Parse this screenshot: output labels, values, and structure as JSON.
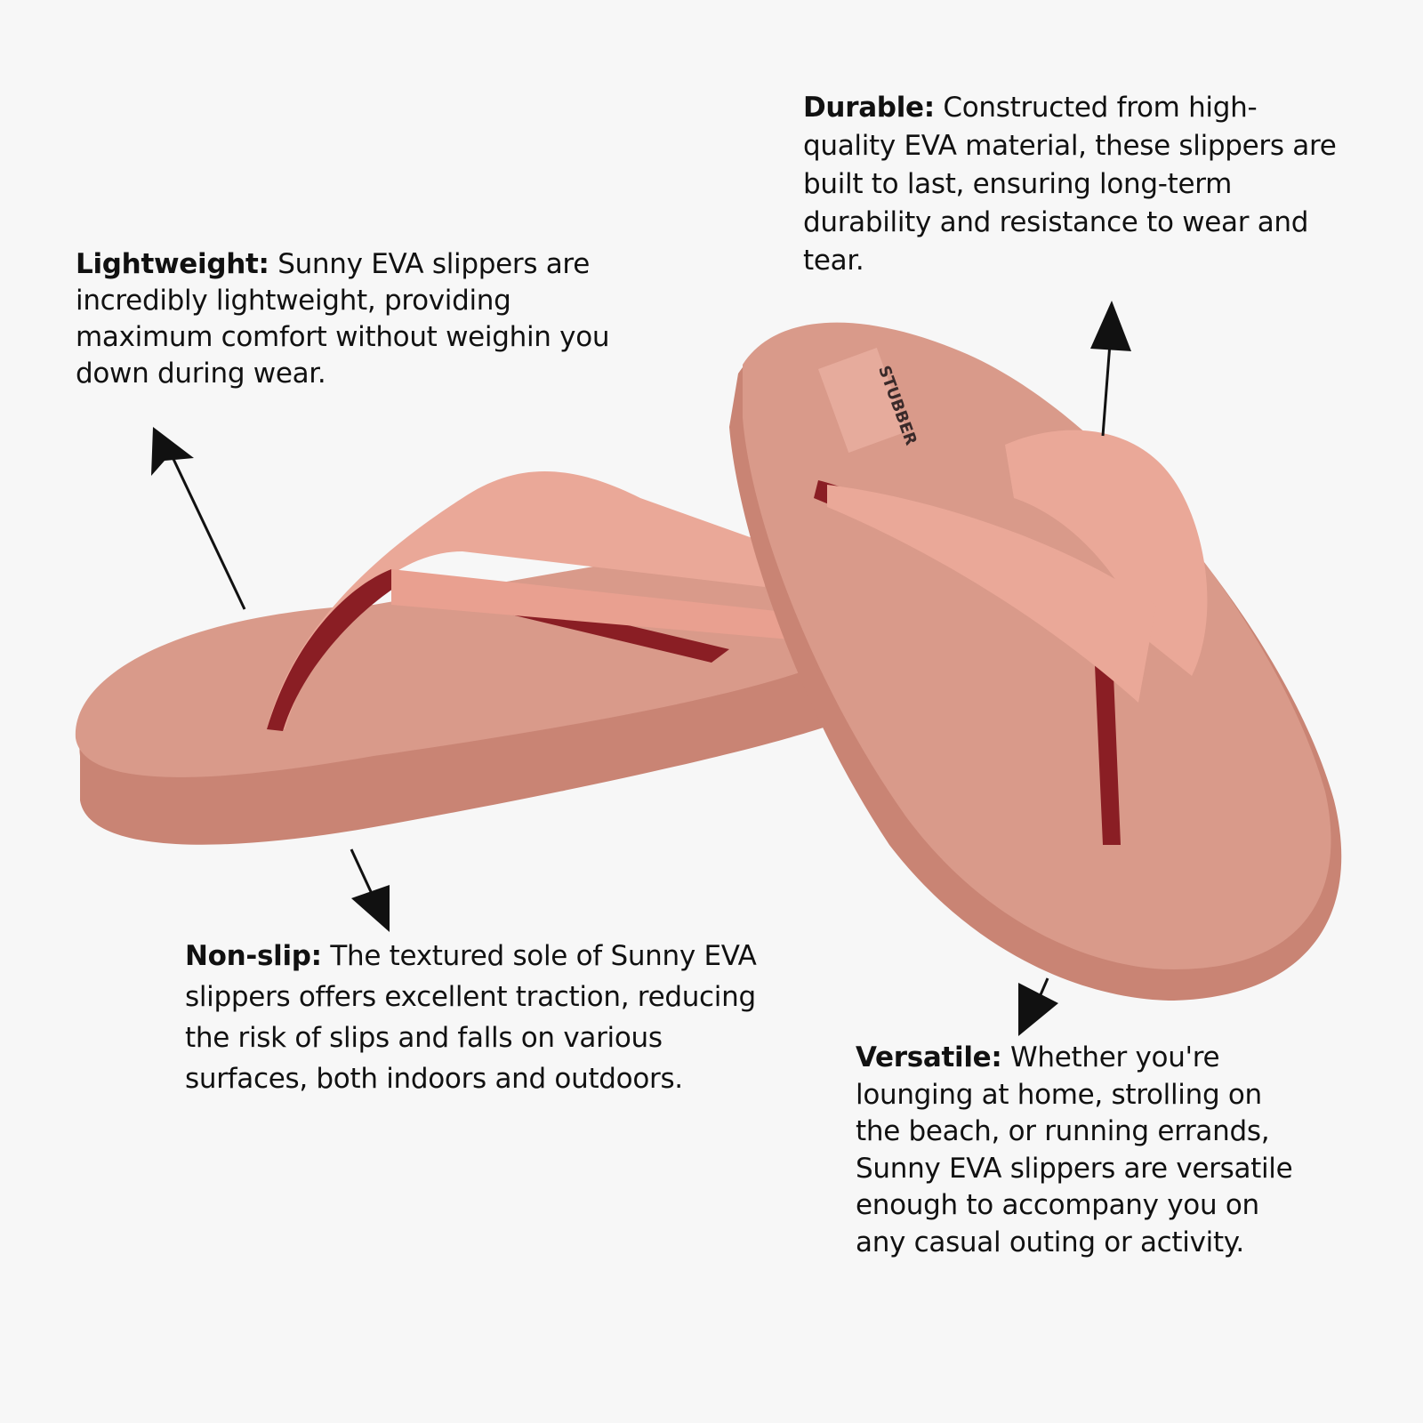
{
  "brand_logo": "STUBBER",
  "features": {
    "durable": {
      "title": "Durable:",
      "text": "Constructed from high-quality EVA material, these slippers are built to last, ensuring long-term durability and resistance to wear and tear."
    },
    "lightweight": {
      "title": "Lightweight:",
      "text": "Sunny EVA slippers are incredibly lightweight, providing maximum comfort without weighin you down during wear."
    },
    "nonslip": {
      "title": "Non-slip:",
      "text": "The textured sole of Sunny EVA slippers offers excellent traction, reducing the risk of slips and falls on various surfaces, both indoors and outdoors."
    },
    "versatile": {
      "title": "Versatile:",
      "text": "Whether you're lounging at home, strolling on the beach, or running errands, Sunny EVA slippers are versatile enough to accompany you on any casual outing or activity."
    }
  },
  "colors": {
    "sole": "#d99a8a",
    "sole_side": "#c98474",
    "strap_light": "#eaa898",
    "strap_dark": "#8a1e24"
  }
}
